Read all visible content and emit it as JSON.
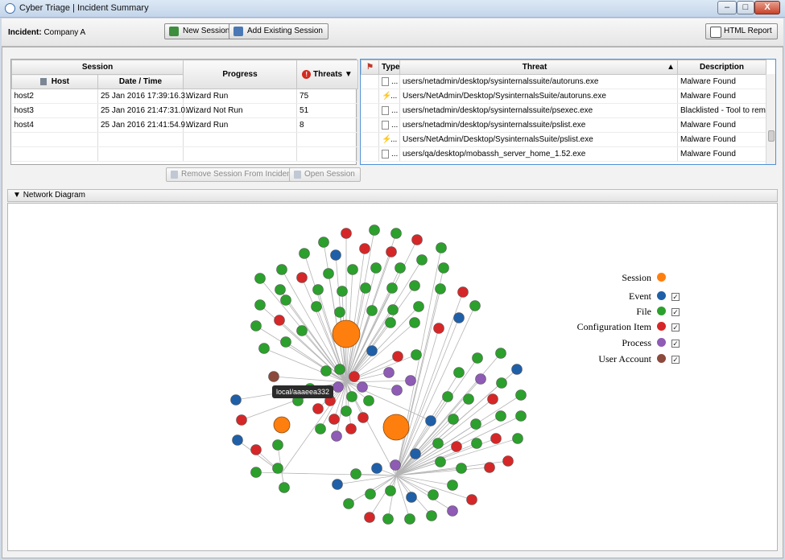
{
  "window": {
    "title": "Cyber Triage | Incident Summary",
    "min": "–",
    "max": "□",
    "close": "X"
  },
  "toolbar": {
    "incident_label": "Incident:",
    "incident_name": "Company A",
    "new_session": "New Session",
    "add_existing_session": "Add Existing Session",
    "html_report": "HTML Report"
  },
  "sessions": {
    "group_header": "Session",
    "columns": {
      "host": "Host",
      "datetime": "Date / Time",
      "progress": "Progress",
      "threats": "Threats"
    },
    "rows": [
      {
        "host": "host2",
        "datetime": "25 Jan 2016 17:39:16.3...",
        "progress": "Wizard Run",
        "threats": "75"
      },
      {
        "host": "host3",
        "datetime": "25 Jan 2016 21:47:31.0...",
        "progress": "Wizard Not Run",
        "threats": "51"
      },
      {
        "host": "host4",
        "datetime": "25 Jan 2016 21:41:54.9...",
        "progress": "Wizard Run",
        "threats": "8"
      }
    ],
    "remove_button": "Remove Session From Incident",
    "open_button": "Open Session"
  },
  "threats": {
    "columns": {
      "type": "Type",
      "threat": "Threat",
      "description": "Description"
    },
    "rows": [
      {
        "icon": "doc",
        "dots": "...",
        "threat": "users/netadmin/desktop/sysinternalssuite/autoruns.exe",
        "description": "Malware Found"
      },
      {
        "icon": "bolt",
        "dots": "...",
        "threat": "Users/NetAdmin/Desktop/SysinternalsSuite/autoruns.exe",
        "description": "Malware Found"
      },
      {
        "icon": "doc",
        "dots": "...",
        "threat": "users/netadmin/desktop/sysinternalssuite/psexec.exe",
        "description": "Blacklisted - Tool to rem..."
      },
      {
        "icon": "doc",
        "dots": "...",
        "threat": "users/netadmin/desktop/sysinternalssuite/pslist.exe",
        "description": "Malware Found"
      },
      {
        "icon": "bolt",
        "dots": "...",
        "threat": "Users/NetAdmin/Desktop/SysinternalsSuite/pslist.exe",
        "description": "Malware Found"
      },
      {
        "icon": "doc",
        "dots": "...",
        "threat": "users/qa/desktop/mobassh_server_home_1.52.exe",
        "description": "Malware Found"
      }
    ]
  },
  "network": {
    "title": "Network Diagram",
    "tooltip": "local/aaaeea332",
    "legend": [
      {
        "label": "Session",
        "color": "#ff7f0e",
        "checkbox": false
      },
      {
        "label": "Event",
        "color": "#1f5fa8",
        "checkbox": true
      },
      {
        "label": "File",
        "color": "#2ca02c",
        "checkbox": true
      },
      {
        "label": "Configuration Item",
        "color": "#d62728",
        "checkbox": true
      },
      {
        "label": "Process",
        "color": "#8e5bb5",
        "checkbox": true
      },
      {
        "label": "User Account",
        "color": "#8c4a3c",
        "checkbox": true
      }
    ],
    "colors": {
      "session": "#ff7f0e",
      "event": "#1f5fa8",
      "file": "#2ca02c",
      "config": "#d62728",
      "process": "#8e5bb5",
      "user": "#8c4a3c",
      "edge": "#b4b4b4"
    }
  },
  "icons": {
    "app": "cyber-triage-icon",
    "sort": "sort-asc-icon",
    "threat_alert": "alert-icon",
    "flag": "flag-icon"
  }
}
